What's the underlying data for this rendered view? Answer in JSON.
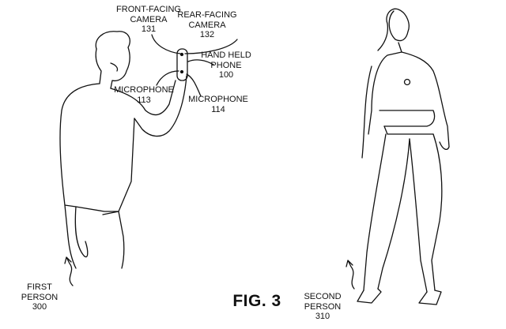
{
  "figure": {
    "title": "FIG. 3"
  },
  "labels": {
    "front_camera": {
      "line1": "FRONT-FACING",
      "line2": "CAMERA",
      "ref": "131"
    },
    "rear_camera": {
      "line1": "REAR-FACING",
      "line2": "CAMERA",
      "ref": "132"
    },
    "phone": {
      "line1": "HAND HELD",
      "line2": "PHONE",
      "ref": "100"
    },
    "mic_113": {
      "line1": "MICROPHONE",
      "ref": "113"
    },
    "mic_114": {
      "line1": "MICROPHONE",
      "ref": "114"
    },
    "first_person": {
      "line1": "FIRST",
      "line2": "PERSON",
      "ref": "300"
    },
    "second_person": {
      "line1": "SECOND",
      "line2": "PERSON",
      "ref": "310"
    }
  }
}
